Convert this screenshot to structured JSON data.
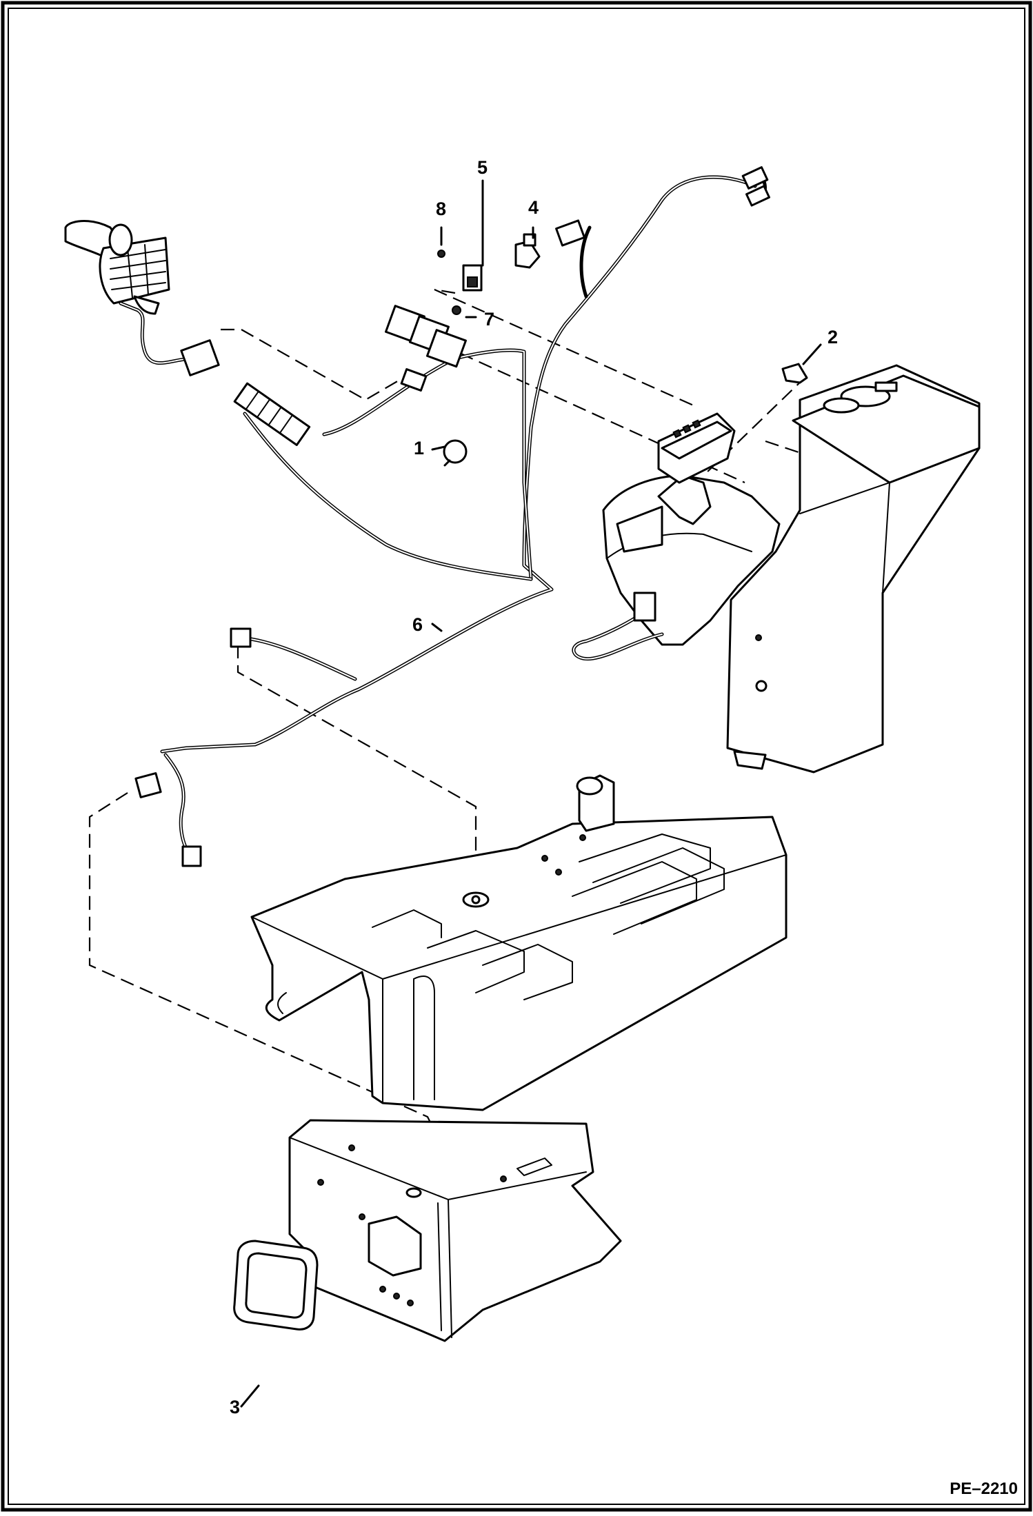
{
  "diagram": {
    "callouts": {
      "c1": "1",
      "c2": "2",
      "c3": "3",
      "c4": "4",
      "c5": "5",
      "c6": "6",
      "c7": "7",
      "c8": "8"
    },
    "figure_code": "PE–2210"
  }
}
